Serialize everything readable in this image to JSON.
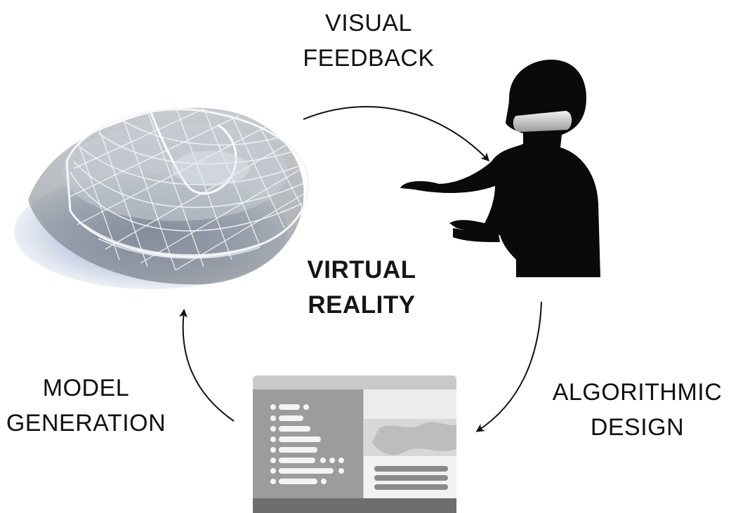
{
  "title": "",
  "center_label": {
    "line1": "VIRTUAL",
    "line2": "REALITY"
  },
  "steps": [
    {
      "line1": "VISUAL",
      "line2": "FEEDBACK"
    },
    {
      "line1": "ALGORITHMIC",
      "line2": "DESIGN"
    },
    {
      "line1": "MODEL",
      "line2": "GENERATION"
    }
  ],
  "colors": {
    "text": "#111111",
    "silhouette": "#0a0a0a",
    "arrow": "#111111",
    "screen_frame": "#c9c9c9",
    "screen_panel": "#9c9c9c",
    "screen_bar": "#6e6e6e"
  },
  "icons": [
    "structure-model-image",
    "vr-user-silhouette-icon",
    "code-editor-screen-icon"
  ]
}
